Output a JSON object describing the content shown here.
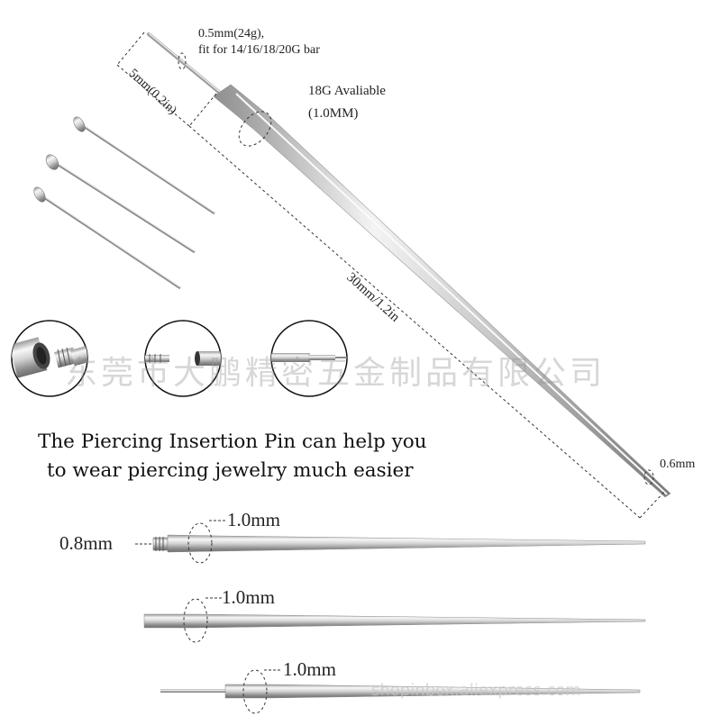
{
  "annotations": {
    "tip_size": "0.5mm(24g),",
    "tip_fit": "fit for 14/16/18/20G bar",
    "shaft_5mm": "5mm(0.2in)",
    "avail_18g": "18G Avaliable",
    "avail_18g_mm": "(1.0MM)",
    "length": "30mm/1.2in",
    "end_size": "0.6mm",
    "thread_size": "0.8mm",
    "pin1_diameter": "1.0mm",
    "pin2_diameter": "1.0mm",
    "pin3_diameter": "1.0mm"
  },
  "tagline": {
    "line1": "The Piercing Insertion Pin can help you",
    "line2": "to wear piercing jewelry much easier"
  },
  "watermark": {
    "chinese": "东莞市大鹏精密五金制品有限公司",
    "bottom": "shopinbox.aliexpress.com"
  },
  "colors": {
    "steel_light": "#f2f2f2",
    "steel_dark": "#8a8a8a",
    "dash": "#333333"
  }
}
